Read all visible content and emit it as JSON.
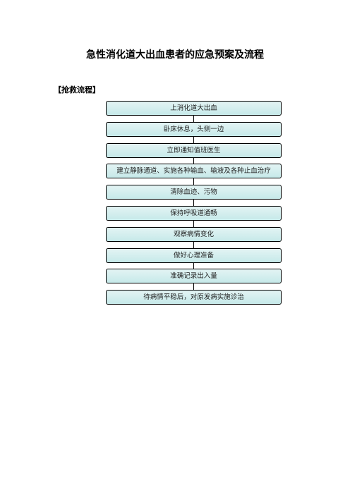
{
  "document": {
    "title": "急性消化道大出血患者的应急预案及流程",
    "section_label": "【抢救流程】",
    "steps": [
      "上消化道大出血",
      "卧床休息，头侧一边",
      "立即通知值班医生",
      "建立静脉通道、实施各种输血、输液及各种止血治疗",
      "清除血迹、污物",
      "保持呼吸道通畅",
      "观察病情变化",
      "做好心理准备",
      "准确记录出入量",
      "待病情平稳后，对原发病实施诊治"
    ]
  }
}
